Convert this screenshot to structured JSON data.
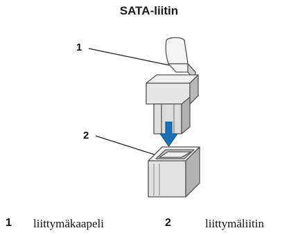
{
  "diagram": {
    "title": "SATA-liitin",
    "callouts": [
      {
        "number": "1"
      },
      {
        "number": "2"
      }
    ]
  },
  "legend": [
    {
      "number": "1",
      "label": "liittymäkaapeli"
    },
    {
      "number": "2",
      "label": "liittymäliitin"
    }
  ],
  "colors": {
    "outline": "#555555",
    "connector_light": "#f2f2f2",
    "connector_mid": "#cfcfcf",
    "connector_dark": "#a9a9a9",
    "arrow_blue": "#1a6fb5"
  }
}
